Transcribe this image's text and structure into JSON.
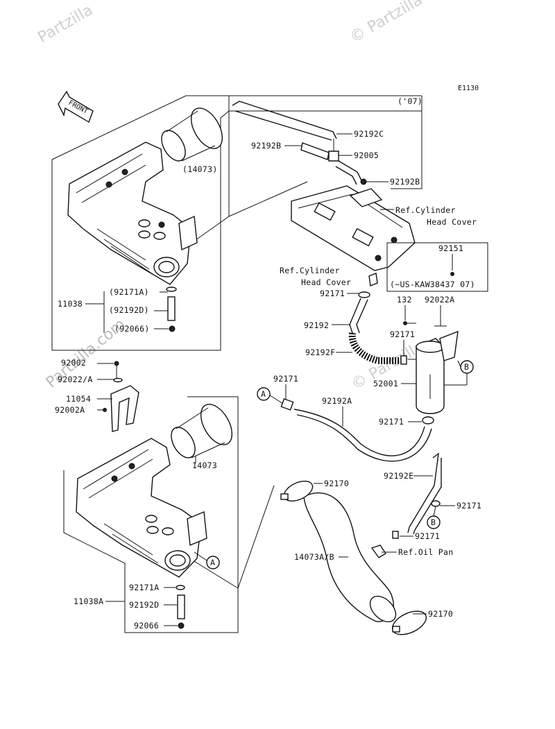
{
  "diagram": {
    "code": "E1130",
    "year_note": "('07)",
    "front_label": "FRONT",
    "watermark_brand": "Partzilla",
    "watermark_site": "Partzilla.com",
    "labels": {
      "p14073_paren": "(14073)",
      "p92192C": "92192C",
      "p92192B_left": "92192B",
      "p92005": "92005",
      "p92192B_right": "92192B",
      "ref_cyl_head_cover_1": "Ref.Cylinder",
      "ref_cyl_head_cover_1b": "Head Cover",
      "p92151": "92151",
      "ref_cyl_head_cover_2": "Ref.Cylinder",
      "ref_cyl_head_cover_2b": "Head Cover",
      "us_kaw_note": "(~US-KAW38437  07)",
      "p92171A_paren": "(92171A)",
      "p11038": "11038",
      "p92192D_paren": "(92192D)",
      "p92066_paren": "(92066)",
      "p92171_a": "92171",
      "p132": "132",
      "p92022A": "92022A",
      "p92192": "92192",
      "p92171_b": "92171",
      "p92192F": "92192F",
      "p92002": "92002",
      "p92022_A": "92022/A",
      "p11054": "11054",
      "p92002A": "92002A",
      "p92171_c": "92171",
      "p92192A": "92192A",
      "p52001": "52001",
      "p92171_d": "92171",
      "p14073": "14073",
      "p92170_top": "92170",
      "p92192E": "92192E",
      "p92171_e": "92171",
      "p92171_f": "92171",
      "ref_oil_pan": "Ref.Oil Pan",
      "p14073AB": "14073A/B",
      "p92171A": "92171A",
      "p11038A": "11038A",
      "p92192D": "92192D",
      "p92066": "92066",
      "p92170_bottom": "92170",
      "callout_A": "A",
      "callout_B": "B"
    }
  }
}
